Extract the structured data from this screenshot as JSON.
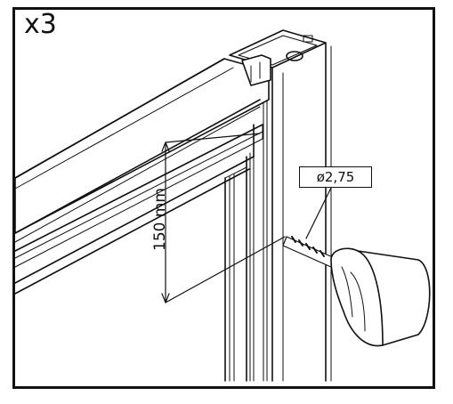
{
  "quantity": "x3",
  "dimension_label": "150 mm",
  "drill_diameter": "ø2,75",
  "colors": {
    "stroke": "#111111",
    "background": "#ffffff"
  },
  "icons": [
    "drill-icon"
  ]
}
